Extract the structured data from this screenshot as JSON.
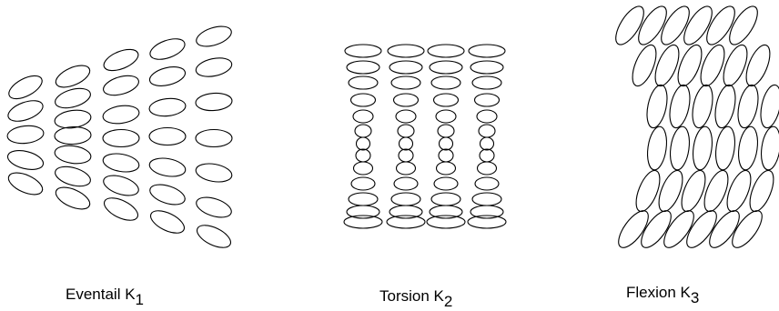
{
  "diagram": {
    "stroke_color": "#000000",
    "background": "#ffffff",
    "panels": [
      {
        "id": "splay",
        "name": "Eventail",
        "subscript": "1",
        "ellipse_orientation": "tilted fan, opening to the right"
      },
      {
        "id": "twist",
        "name": "Torsion",
        "subscript": "2",
        "ellipse_orientation": "horizontal, narrowing toward the middle"
      },
      {
        "id": "bend",
        "name": "Flexion",
        "subscript": "3",
        "ellipse_orientation": "tilted, bending from upright to leaning"
      }
    ]
  }
}
